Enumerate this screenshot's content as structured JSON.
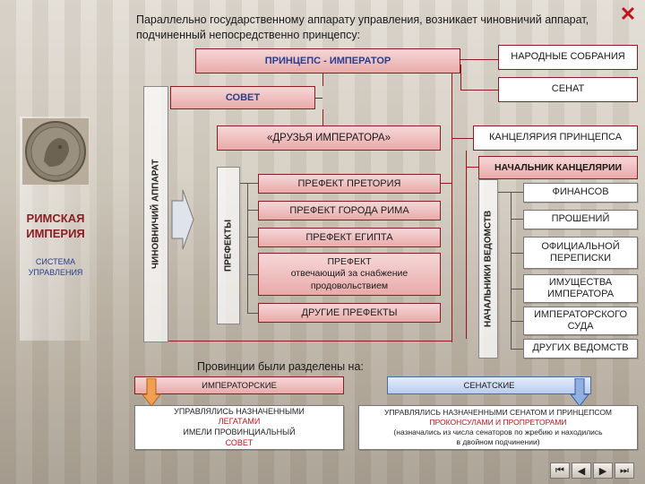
{
  "intro_text": "Параллельно государственному аппарату управления, возникает чиновничий аппарат, подчиненный непосредственно принцепсу:",
  "close_label": "✕",
  "nodes": {
    "princeps": "ПРИНЦЕПС - ИМПЕРАТОР",
    "assemblies": "НАРОДНЫЕ СОБРАНИЯ",
    "senate": "СЕНАТ",
    "council": "СОВЕТ",
    "friends": "«ДРУЗЬЯ ИМПЕРАТОРА»",
    "chancellery": "КАНЦЕЛЯРИЯ ПРИНЦЕПСА",
    "chancellery_head": "НАЧАЛЬНИК КАНЦЕЛЯРИИ"
  },
  "left_panel": {
    "title_line1": "РИМСКАЯ",
    "title_line2": "ИМПЕРИЯ",
    "subtitle_line1": "СИСТЕМА",
    "subtitle_line2": "УПРАВЛЕНИЯ"
  },
  "vertical_labels": {
    "bureaucracy": "ЧИНОВНИЧИЙ АППАРАТ",
    "prefects": "ПРЕФЕКТЫ",
    "dept_heads": "НАЧАЛЬНИКИ ВЕДОМСТВ"
  },
  "prefects": [
    "ПРЕФЕКТ ПРЕТОРИЯ",
    "ПРЕФЕКТ ГОРОДА РИМА",
    "ПРЕФЕКТ ЕГИПТА"
  ],
  "prefect_supply": {
    "line1": "ПРЕФЕКТ",
    "line2": "отвечающий за снабжение",
    "line3": "продовольствием"
  },
  "prefect_other": "ДРУГИЕ ПРЕФЕКТЫ",
  "departments": [
    {
      "line1": "ФИНАНСОВ",
      "line2": ""
    },
    {
      "line1": "ПРОШЕНИЙ",
      "line2": ""
    },
    {
      "line1": "ОФИЦИАЛЬНОЙ",
      "line2": "ПЕРЕПИСКИ"
    },
    {
      "line1": "ИМУЩЕСТВА",
      "line2": "ИМПЕРАТОРА"
    },
    {
      "line1": "ИМПЕРАТОРСКОГО",
      "line2": "СУДА"
    },
    {
      "line1": "ДРУГИХ ВЕДОМСТВ",
      "line2": ""
    }
  ],
  "provinces": {
    "caption": "Провинции были разделены на:",
    "imperial": "ИМПЕРАТОРСКИЕ",
    "senatorial": "СЕНАТСКИЕ",
    "imperial_desc_1": "УПРАВЛЯЛИСЬ НАЗНАЧЕННЫМИ",
    "imperial_desc_2": "ЛЕГАТАМИ",
    "imperial_desc_3": "ИМЕЛИ ПРОВИНЦИАЛЬНЫЙ",
    "imperial_desc_4": "СОВЕТ",
    "senatorial_desc_1": "УПРАВЛЯЛИСЬ НАЗНАЧЕННЫМИ СЕНАТОМ И ПРИНЦЕПСОМ",
    "senatorial_desc_2": "ПРОКОНСУЛАМИ И ПРОПРЕТОРАМИ",
    "senatorial_desc_3": "(назначались из числа сенаторов по жребию и находились",
    "senatorial_desc_4": "в двойном подчинении)"
  },
  "nav": {
    "first": "⏮",
    "prev": "◀",
    "next": "▶",
    "last": "⏭"
  },
  "colors": {
    "accent": "#8c1e22",
    "pink_fill": "#e9aaaa",
    "imperial_orange": "#f0a050",
    "senatorial_blue": "#8fb0e0"
  }
}
